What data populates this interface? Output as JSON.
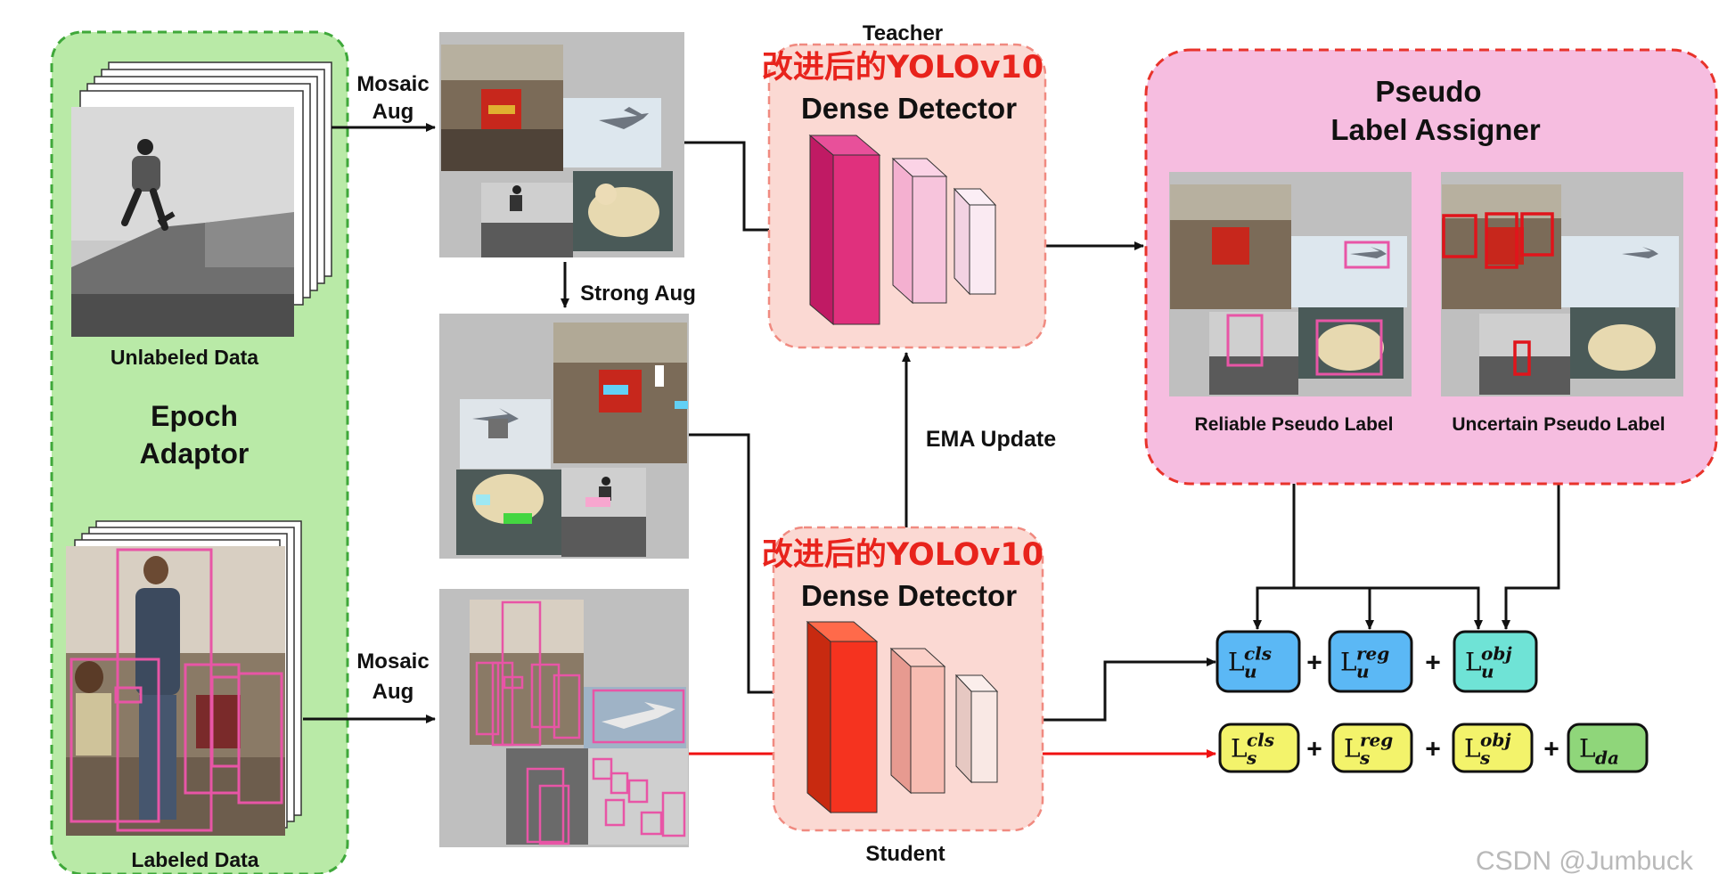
{
  "epoch_adaptor": {
    "title_line1": "Epoch",
    "title_line2": "Adaptor",
    "unlabeled_caption": "Unlabeled Data",
    "labeled_caption": "Labeled Data"
  },
  "arrows": {
    "mosaic_top_line1": "Mosaic",
    "mosaic_top_line2": "Aug",
    "mosaic_bottom_line1": "Mosaic",
    "mosaic_bottom_line2": "Aug",
    "strong_aug": "Strong Aug",
    "ema_update": "EMA Update"
  },
  "teacher": {
    "role": "Teacher",
    "model_name": "改进后的YOLOv10",
    "title": "Dense Detector"
  },
  "student": {
    "role": "Student",
    "model_name": "改进后的YOLOv10",
    "title": "Dense Detector"
  },
  "assigner": {
    "title_line1": "Pseudo",
    "title_line2": "Label Assigner",
    "reliable_caption": "Reliable Pseudo Label",
    "uncertain_caption": "Uncertain Pseudo Label"
  },
  "losses": {
    "unlabeled": [
      {
        "base": "L",
        "sub": "u",
        "sup": "cls",
        "color": "#5bb8f5"
      },
      {
        "base": "L",
        "sub": "u",
        "sup": "reg",
        "color": "#5bb8f5"
      },
      {
        "base": "L",
        "sub": "u",
        "sup": "obj",
        "color": "#6fe3d6"
      }
    ],
    "labeled": [
      {
        "base": "L",
        "sub": "s",
        "sup": "cls",
        "color": "#f3f36b"
      },
      {
        "base": "L",
        "sub": "s",
        "sup": "reg",
        "color": "#f3f36b"
      },
      {
        "base": "L",
        "sub": "s",
        "sup": "obj",
        "color": "#f3f36b"
      },
      {
        "base": "L",
        "sub": "da",
        "sup": "",
        "color": "#8fd67a"
      }
    ],
    "plus": "+"
  },
  "colors": {
    "epoch_bg": "#b9eaa7",
    "epoch_border": "#3fa83a",
    "detector_bg": "#fbd9d3",
    "detector_border": "#f08a80",
    "assigner_bg": "#f6bde0",
    "assigner_border": "#e8332b",
    "teacher_block": "#e0307d",
    "student_block": "#f5331f",
    "pseudo_box_pink": "#e855a6",
    "pseudo_box_red": "#e0141b"
  },
  "watermark": "CSDN @Jumbuck"
}
